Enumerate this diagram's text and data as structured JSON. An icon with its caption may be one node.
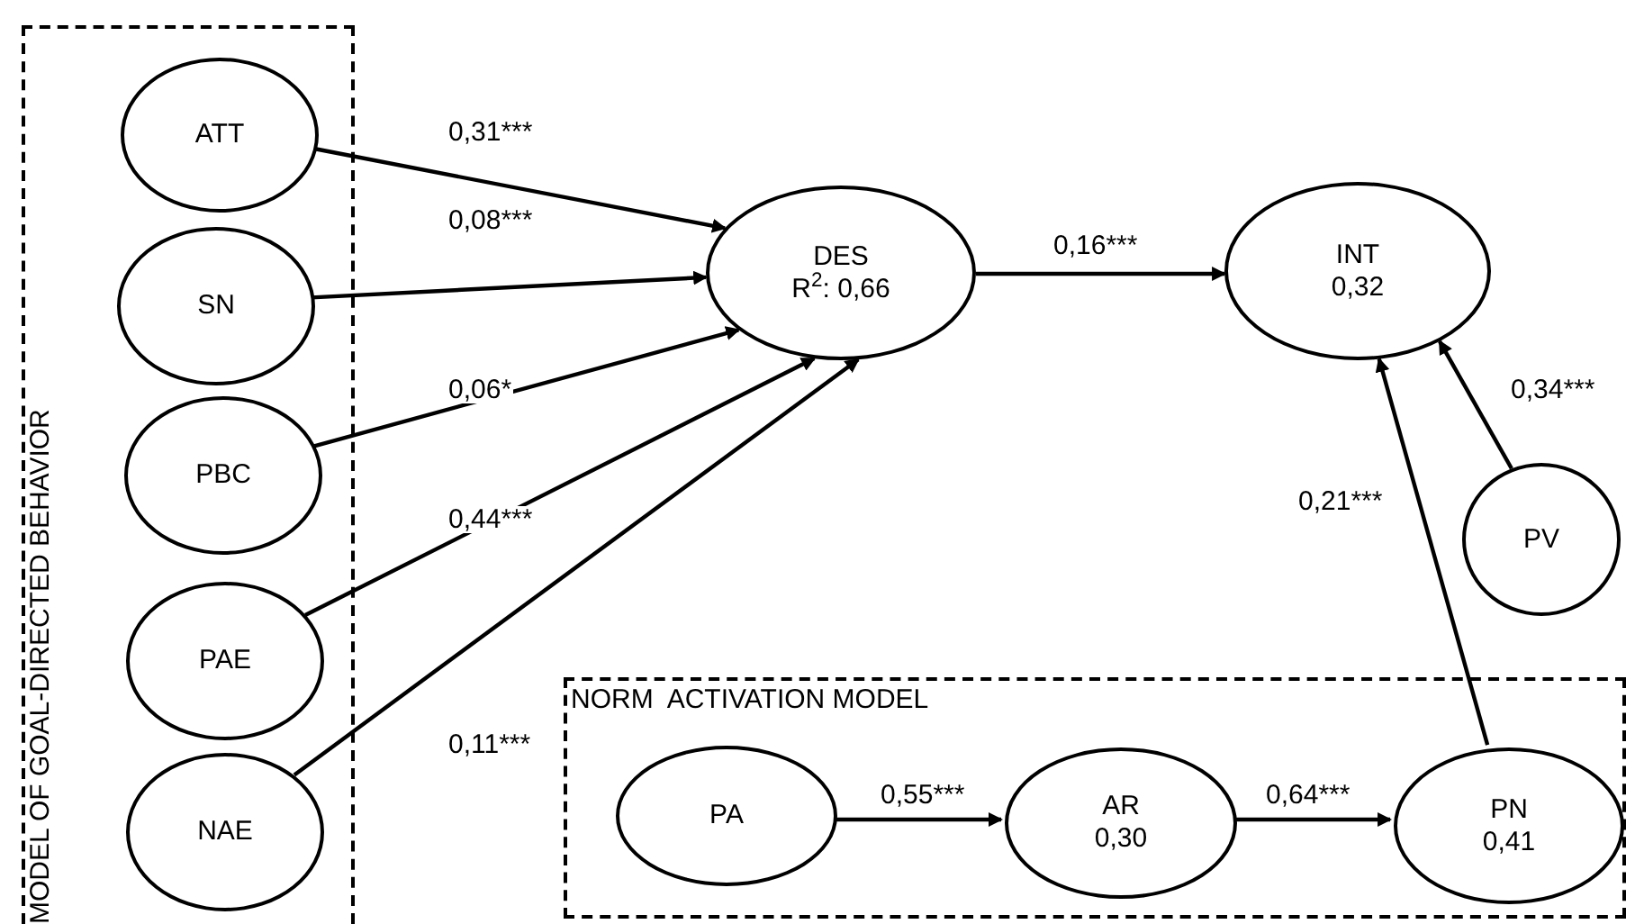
{
  "diagram": {
    "nodes": [
      {
        "text": [
          "MODEL OF GOAL-DIRECTED BEHAVIOR"
        ]
      },
      {
        "text": [
          "ATT"
        ],
        "in": 0
      },
      {
        "text": [
          "SN"
        ],
        "in": 0
      },
      {
        "text": [
          "PBC"
        ],
        "in": 0
      },
      {
        "text": [
          "PAE"
        ],
        "in": 0
      },
      {
        "text": [
          "NAE"
        ],
        "in": 0
      },
      {
        "text": [
          "DES",
          "R$^{2}$: 0,66"
        ]
      },
      {
        "text": [
          "INT",
          "0,32"
        ]
      },
      {
        "text": [
          "PV"
        ]
      },
      {
        "text": [
          "NORM  ACTIVATION MODEL"
        ]
      },
      {
        "text": [
          "PA"
        ],
        "in": 9
      },
      {
        "text": [
          "AR",
          "0,30"
        ],
        "in": 9
      },
      {
        "text": [
          "PN",
          "0,41"
        ],
        "in": 9
      }
    ],
    "edges": [
      {
        "from": 1,
        "to": 6,
        "arrow": "to",
        "label": "0,31***"
      },
      {
        "from": 2,
        "to": 6,
        "arrow": "to",
        "label": "0,08***"
      },
      {
        "from": 3,
        "to": 6,
        "arrow": "to",
        "label": "0,06*"
      },
      {
        "from": 4,
        "to": 6,
        "arrow": "to",
        "label": "0,44***"
      },
      {
        "from": 5,
        "to": 6,
        "arrow": "to",
        "label": "0,11***"
      },
      {
        "from": 6,
        "to": 7,
        "arrow": "to",
        "label": "0,16***"
      },
      {
        "from": 8,
        "to": 7,
        "arrow": "to",
        "label": "0,34***"
      },
      {
        "from": 12,
        "to": 7,
        "arrow": "to",
        "label": "0,21***"
      },
      {
        "from": 10,
        "to": 11,
        "arrow": "to",
        "label": "0,55***"
      },
      {
        "from": 11,
        "to": 12,
        "arrow": "to",
        "label": "0,64***"
      }
    ]
  }
}
